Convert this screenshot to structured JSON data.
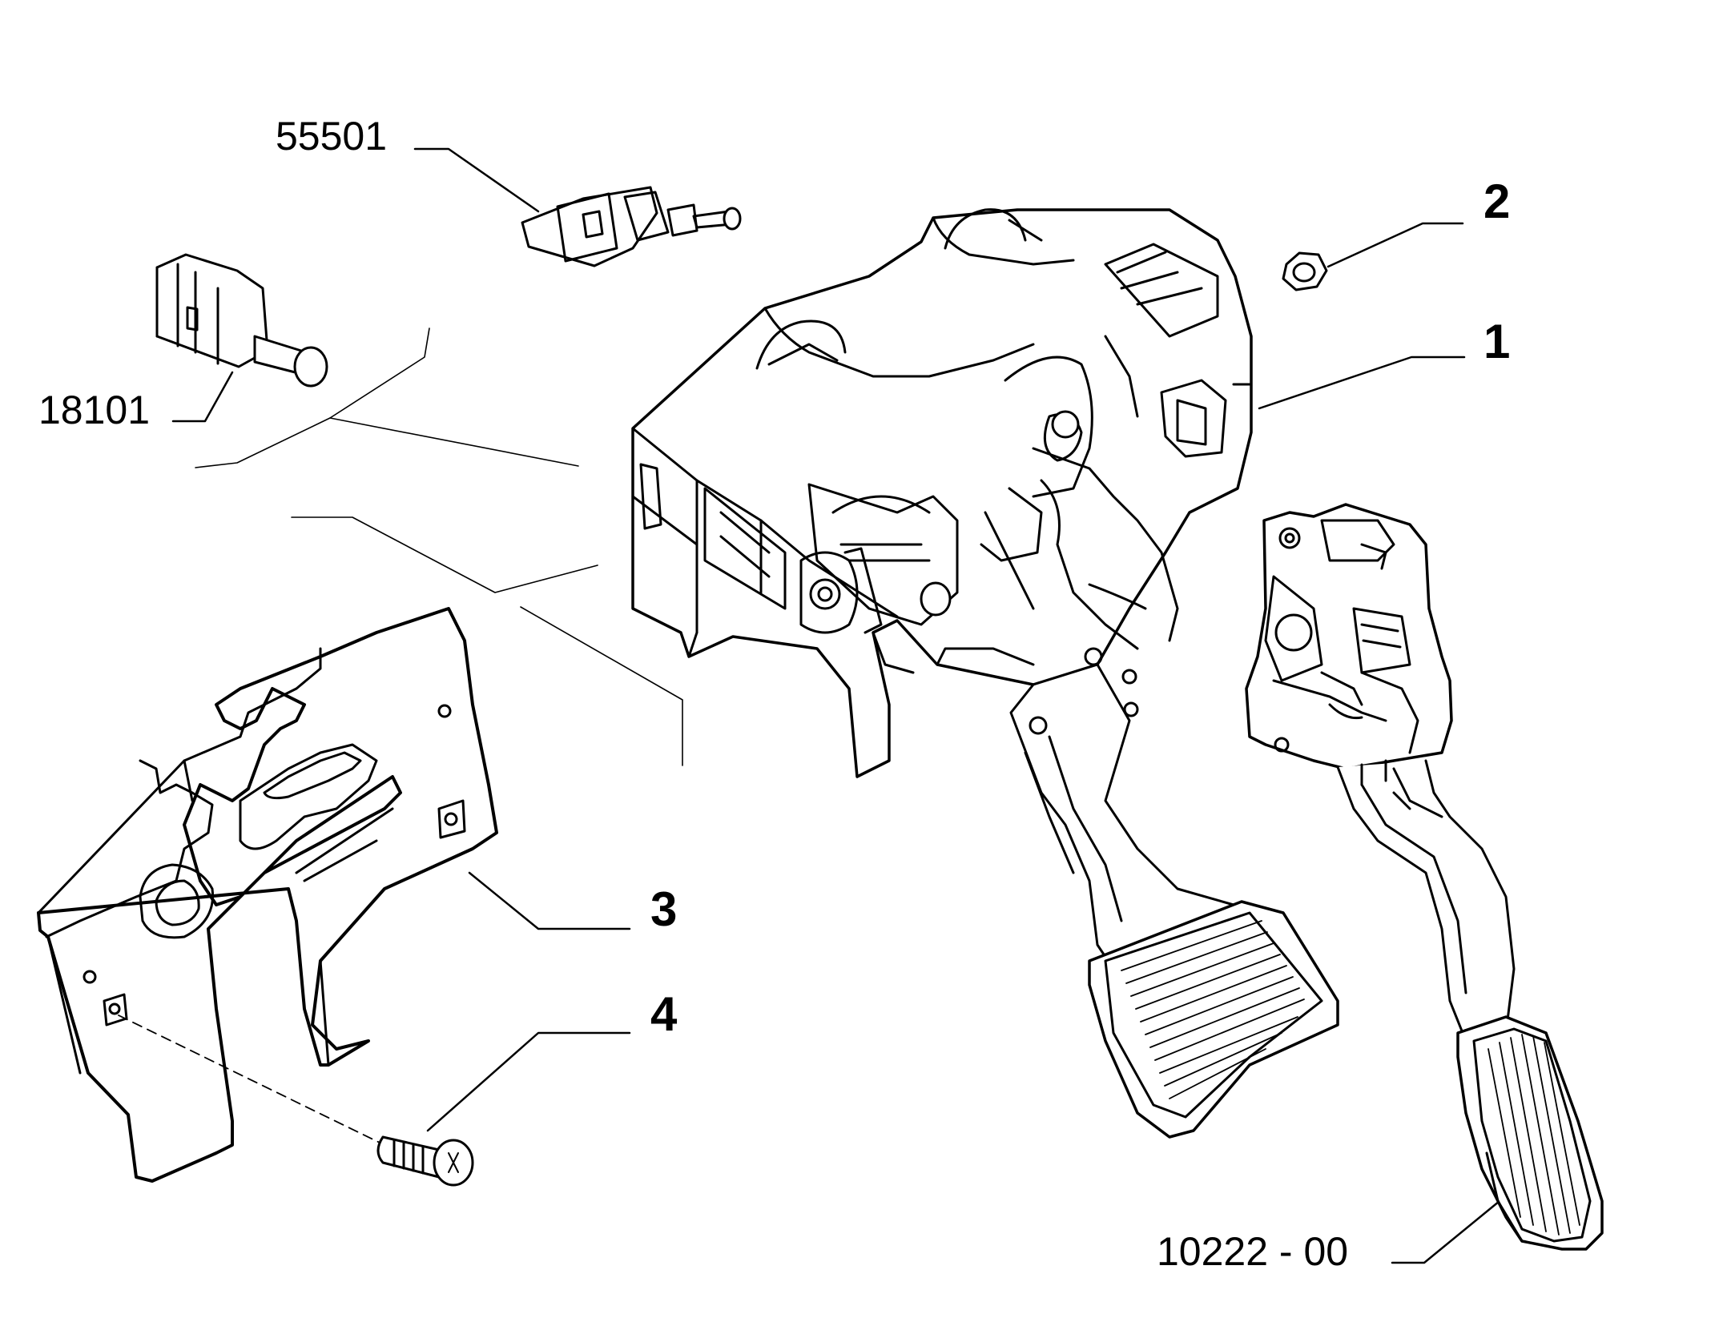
{
  "diagram": {
    "callouts": [
      {
        "id": "55501",
        "text": "55501"
      },
      {
        "id": "18101",
        "text": "18101"
      },
      {
        "id": "2",
        "text": "2"
      },
      {
        "id": "1",
        "text": "1"
      },
      {
        "id": "3",
        "text": "3"
      },
      {
        "id": "4",
        "text": "4"
      },
      {
        "id": "10222-00",
        "text": "10222 - 00"
      }
    ]
  }
}
